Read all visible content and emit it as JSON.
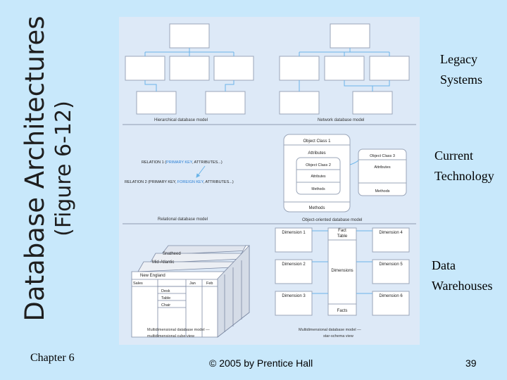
{
  "title": {
    "main": "Database Architectures",
    "sub": "(Figure 6-12)"
  },
  "side_labels": {
    "legacy": [
      "Legacy",
      "Systems"
    ],
    "current": [
      "Current",
      "Technology"
    ],
    "warehouse": [
      "Data",
      "Warehouses"
    ]
  },
  "footer": {
    "chapter": "Chapter 6",
    "copyright": "© 2005 by Prentice Hall",
    "page": "39"
  },
  "figure": {
    "hier_caption": "Hierarchical database model",
    "network_caption": "Network database model",
    "relational": {
      "rel1_prefix": "RELATION 1 (",
      "rel1_pk": "PRIMARY KEY",
      "rel1_suffix": ", ATTRIBUTES...)",
      "rel2_prefix": "RELATION 2 (PRIMARY KEY, ",
      "rel2_fk": "FOREIGN KEY",
      "rel2_suffix": ", ATTRIBUTES...)",
      "caption": "Relational database model"
    },
    "object": {
      "class1": "Object Class 1",
      "attributes": "Attributes",
      "class2_inner": "Object Class 2",
      "attributes_inner": "Attributes",
      "methods_inner": "Methods",
      "methods": "Methods",
      "class3": "Object Class 3",
      "class3_attributes": "Attributes",
      "class3_methods": "Methods",
      "caption": "Object-oriented database model"
    },
    "cube": {
      "spiral": "Snatheed",
      "midatlantic": "Mid-Atlantic",
      "newengland": "New England",
      "sales": "Sales",
      "jan": "Jan",
      "feb": "Feb",
      "rows": [
        "Desk",
        "Table",
        "Chair"
      ],
      "caption_1": "Multidimensional database model —",
      "caption_2": "multidimensional cube view"
    },
    "star": {
      "left": [
        "Dimension 1",
        "Dimension 2",
        "Dimension 3"
      ],
      "right": [
        "Dimension 4",
        "Dimension 5",
        "Dimension 6"
      ],
      "fact": [
        "Fact",
        "Table"
      ],
      "dimensions": "Dimensions",
      "facts": "Facts",
      "caption_1": "Multidimensional database model —",
      "caption_2": "star-schema view"
    }
  }
}
